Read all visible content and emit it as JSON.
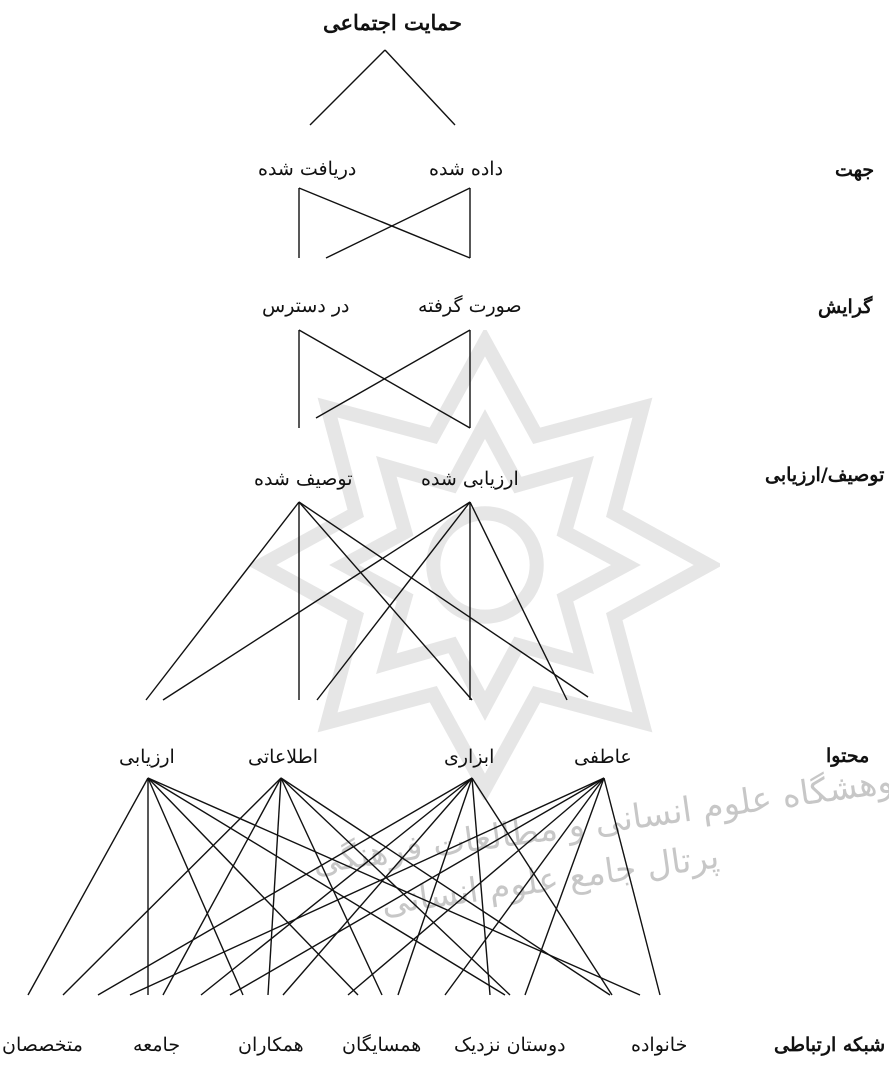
{
  "diagram": {
    "root": "حمایت اجتماعی",
    "rows": [
      {
        "title": "جهت",
        "nodes": [
          "داده شده",
          "دریافت شده"
        ]
      },
      {
        "title": "گرایش",
        "nodes": [
          "صورت گرفته",
          "در دسترس"
        ]
      },
      {
        "title": "توصیف/ارزیابی",
        "nodes": [
          "ارزیابی شده",
          "توصیف شده"
        ]
      },
      {
        "title": "محتوا",
        "nodes": [
          "عاطفی",
          "ابزاری",
          "اطلاعاتی",
          "ارزیابی"
        ]
      },
      {
        "title": "شبکه ارتباطی",
        "nodes": [
          "خانواده",
          "دوستان نزدیک",
          "همسایگان",
          "همکاران",
          "جامعه",
          "متخصصان"
        ]
      }
    ]
  },
  "watermark": {
    "line1": "پژوهشگاه علوم انسانی و مطالعات فرهنگی",
    "line2": "پرتال جامع علوم انسانی"
  }
}
